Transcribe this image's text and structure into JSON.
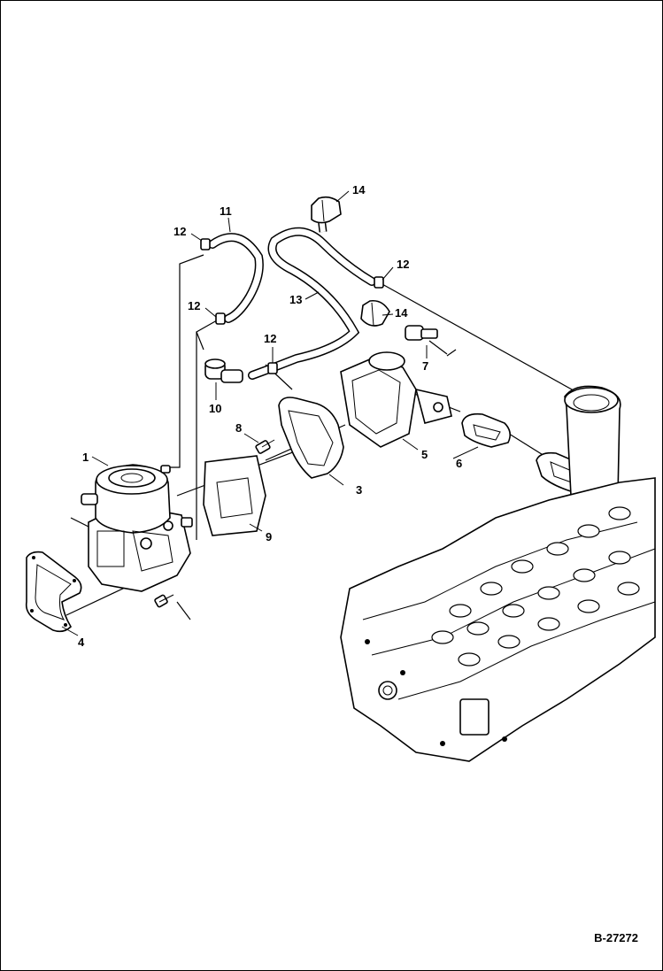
{
  "diagram": {
    "reference": "B-27272",
    "callouts": {
      "c1": "1",
      "c3": "3",
      "c4": "4",
      "c5": "5",
      "c6": "6",
      "c7": "7",
      "c8": "8",
      "c9": "9",
      "c10": "10",
      "c11": "11",
      "c12a": "12",
      "c12b": "12",
      "c12c": "12",
      "c12d": "12",
      "c13": "13",
      "c14a": "14",
      "c14b": "14"
    },
    "colors": {
      "line": "#000000",
      "background": "#ffffff"
    }
  }
}
